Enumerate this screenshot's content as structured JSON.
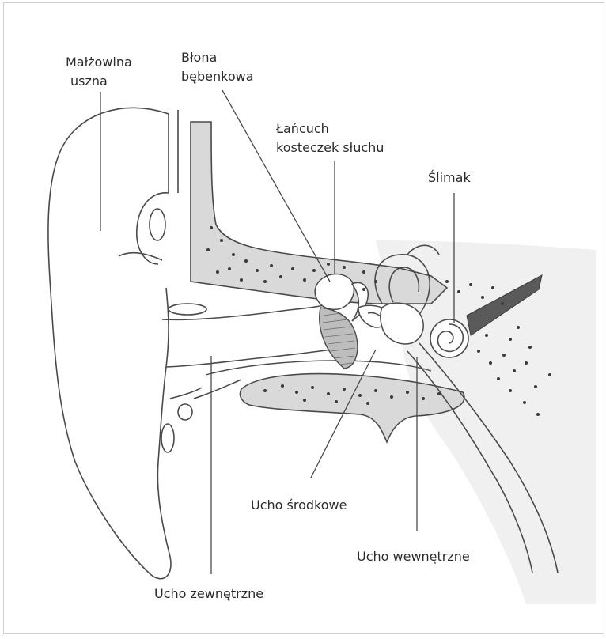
{
  "labels": {
    "auricle_line1": "Małżowina",
    "auricle_line2": "uszna",
    "eardrum_line1": "Błona",
    "eardrum_line2": "bębenkowa",
    "ossicles_line1": "Łańcuch",
    "ossicles_line2": "kosteczek słuchu",
    "cochlea": "Ślimak",
    "middle_ear": "Ucho środkowe",
    "inner_ear": "Ucho wewnętrzne",
    "outer_ear": "Ucho zewnętrzne"
  },
  "colors": {
    "outline": "#4a4a4a",
    "bone_fill": "#d9d9d9",
    "light_fill": "#ececec",
    "dots": "#3a3a3a",
    "text": "#2b2b2b"
  }
}
